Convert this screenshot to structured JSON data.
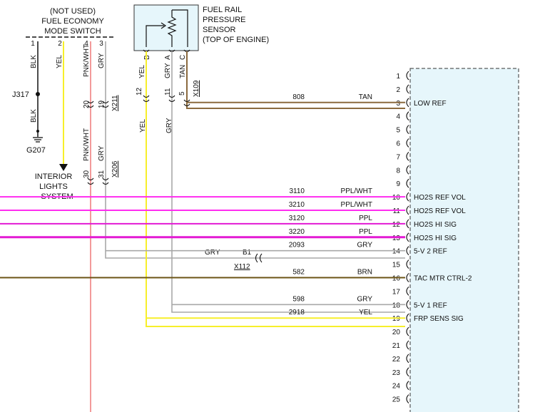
{
  "colors": {
    "tan": "#8b6a3e",
    "ppl_wht": "#ff2cf0",
    "ppl": "#e31ad4",
    "gry": "#a8a8a8",
    "brn": "#6b5315",
    "yel": "#f7ef2a",
    "pnk_wht": "#f08080",
    "module_fill": "#e6f6fb",
    "sensor_fill": "#e6f6fb",
    "black": "#111111"
  },
  "econ_switch": {
    "lines": [
      "(NOT USED)",
      "FUEL ECONOMY",
      "MODE SWITCH"
    ],
    "pins": [
      "1",
      "2",
      "4",
      "3"
    ],
    "wire_blk": "BLK",
    "wire_yel": "YEL",
    "wire_pnkwht": "PNK/WHT",
    "wire_gry": "GRY"
  },
  "ground": {
    "splice": "J317",
    "wire": "BLK",
    "ground_id": "G207"
  },
  "interior": {
    "lines": [
      "INTERIOR",
      "LIGHTS",
      "SYSTEM"
    ]
  },
  "x211": {
    "id": "X211",
    "pin_a": "20",
    "pin_b": "19"
  },
  "x206": {
    "id": "X206",
    "pin_a": "30",
    "pin_b": "31",
    "wire_pnkwht": "PNK/WHT",
    "wire_gry": "GRY"
  },
  "sensor": {
    "lines": [
      "FUEL RAIL",
      "PRESSURE",
      "SENSOR",
      "(TOP OF ENGINE)"
    ],
    "pin_b": "B",
    "pin_a": "A",
    "pin_c": "C",
    "wire_yel": "YEL",
    "wire_gry": "GRY",
    "wire_tan": "TAN"
  },
  "x109": {
    "id": "X109",
    "pin_12": "12",
    "pin_11": "11",
    "pin_5": "5"
  },
  "vert_labels": {
    "yel": "YEL",
    "gry": "GRY"
  },
  "x112": {
    "id": "X112",
    "pin": "B1",
    "wire": "GRY"
  },
  "module_pins": [
    "1",
    "2",
    "3",
    "4",
    "5",
    "6",
    "7",
    "8",
    "9",
    "10",
    "11",
    "12",
    "13",
    "14",
    "15",
    "16",
    "17",
    "18",
    "19",
    "20",
    "21",
    "22",
    "23",
    "24",
    "25"
  ],
  "circuits": [
    {
      "pin": 3,
      "num": "808",
      "wire": "TAN",
      "label": "LOW REF"
    },
    {
      "pin": 10,
      "num": "3110",
      "wire": "PPL/WHT",
      "label": "HO2S REF VOL"
    },
    {
      "pin": 11,
      "num": "3210",
      "wire": "PPL/WHT",
      "label": "HO2S REF VOL"
    },
    {
      "pin": 12,
      "num": "3120",
      "wire": "PPL",
      "label": "HO2S HI SIG"
    },
    {
      "pin": 13,
      "num": "3220",
      "wire": "PPL",
      "label": "HO2S HI SIG"
    },
    {
      "pin": 14,
      "num": "2093",
      "wire": "GRY",
      "label": "5-V 2 REF"
    },
    {
      "pin": 16,
      "num": "582",
      "wire": "BRN",
      "label": "TAC MTR CTRL-2"
    },
    {
      "pin": 18,
      "num": "598",
      "wire": "GRY",
      "label": "5-V 1 REF"
    },
    {
      "pin": 19,
      "num": "2918",
      "wire": "YEL",
      "label": "FRP SENS SIG"
    }
  ]
}
